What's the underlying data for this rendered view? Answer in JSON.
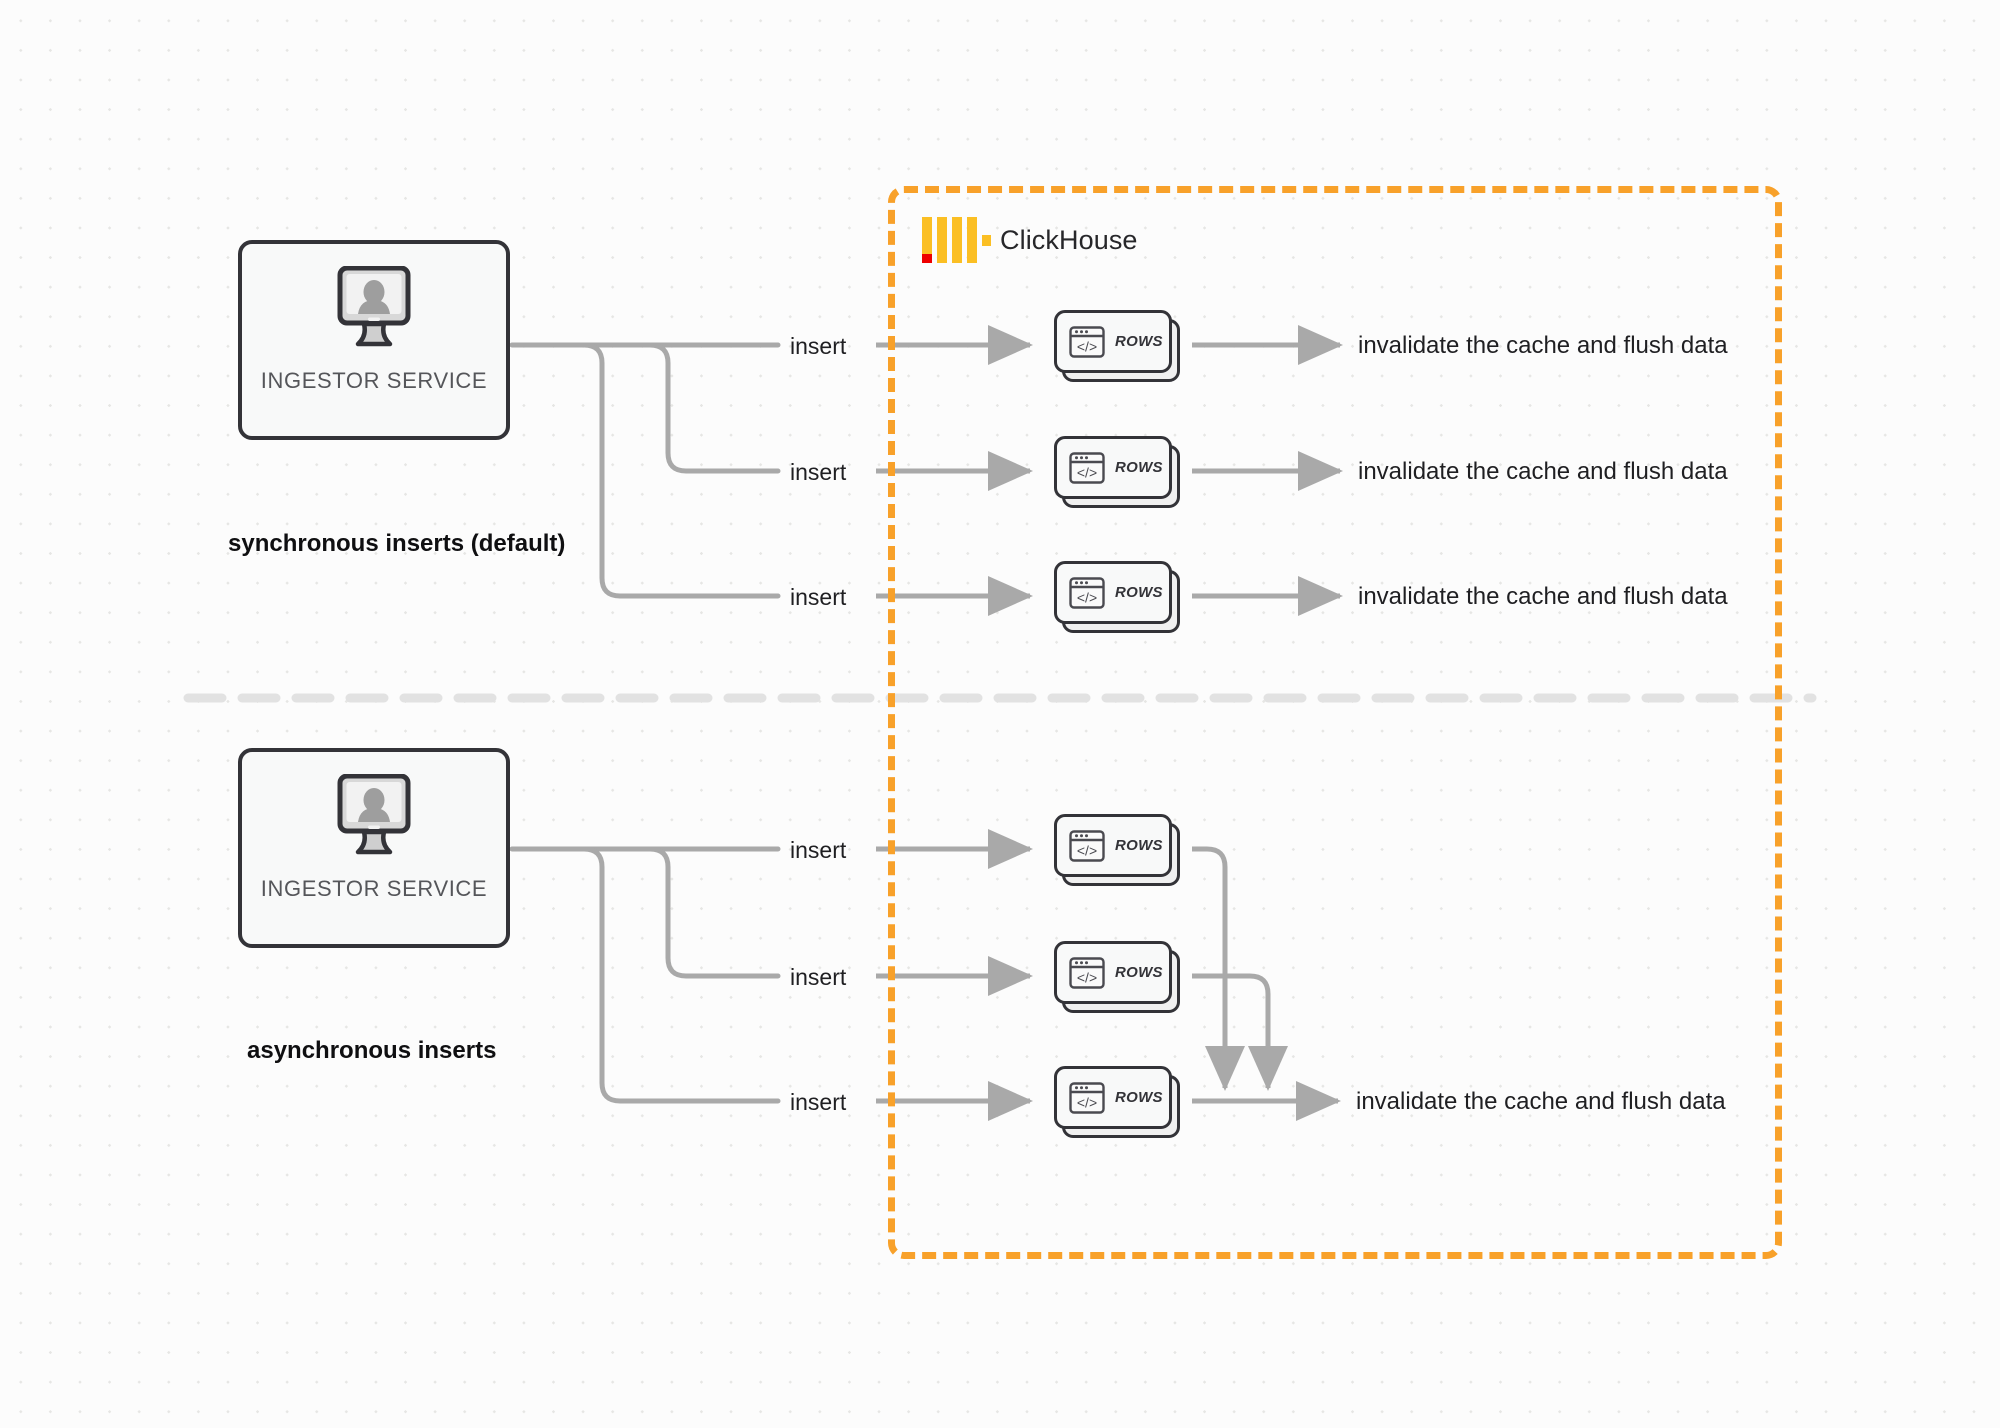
{
  "diagram": {
    "title": "ClickHouse synchronous vs asynchronous inserts",
    "colors": {
      "boundary": "#f8a12a",
      "logo_bars": "#fbbf24",
      "logo_accent": "#ee0000",
      "wire": "#a9a9a9",
      "box_border": "#333338",
      "box_fill": "#f8f9f9",
      "background": "#fcfcfc",
      "divider": "#e2e2e2"
    }
  },
  "clickhouse": {
    "name": "ClickHouse",
    "logo_icon": "clickhouse-logo-icon"
  },
  "sections": [
    {
      "id": "synchronous",
      "caption": "synchronous inserts (default)",
      "ingestor": {
        "label": "INGESTOR SERVICE",
        "icon": "monitor-user-icon"
      },
      "flows": [
        {
          "insert_label": "insert",
          "rows_label": "ROWS",
          "rows_icon": "code-window-icon",
          "result_label": "invalidate the cache and flush data"
        },
        {
          "insert_label": "insert",
          "rows_label": "ROWS",
          "rows_icon": "code-window-icon",
          "result_label": "invalidate the cache and flush data"
        },
        {
          "insert_label": "insert",
          "rows_label": "ROWS",
          "rows_icon": "code-window-icon",
          "result_label": "invalidate the cache and flush data"
        }
      ]
    },
    {
      "id": "asynchronous",
      "caption": "asynchronous inserts",
      "ingestor": {
        "label": "INGESTOR SERVICE",
        "icon": "monitor-user-icon"
      },
      "flows": [
        {
          "insert_label": "insert",
          "rows_label": "ROWS",
          "rows_icon": "code-window-icon"
        },
        {
          "insert_label": "insert",
          "rows_label": "ROWS",
          "rows_icon": "code-window-icon"
        },
        {
          "insert_label": "insert",
          "rows_label": "ROWS",
          "rows_icon": "code-window-icon"
        }
      ],
      "merged_result_label": "invalidate the cache and flush data"
    }
  ]
}
